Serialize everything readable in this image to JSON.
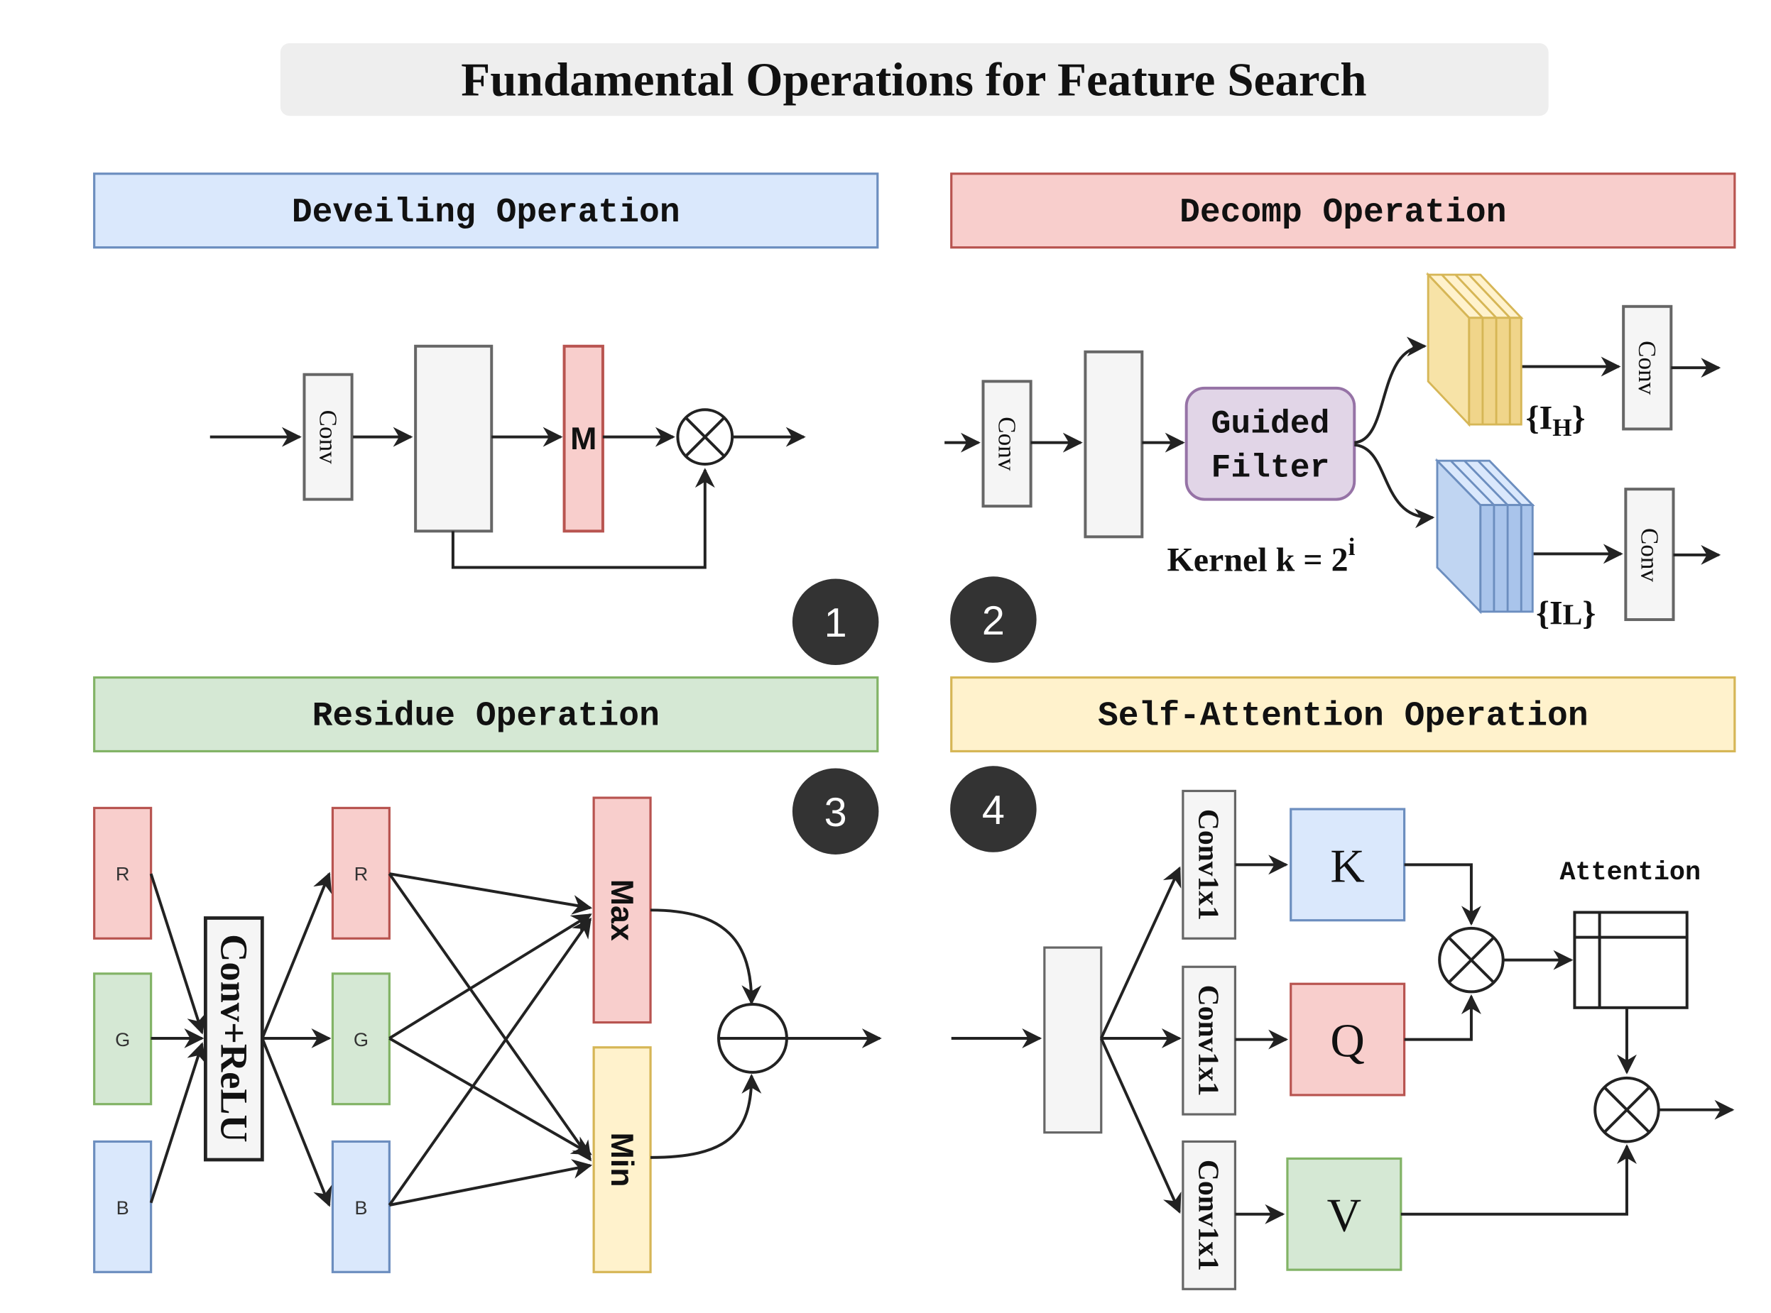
{
  "title": "Fundamental Operations for Feature Search",
  "panels": {
    "deveiling": {
      "header": "Deveiling Operation",
      "number": "1",
      "conv": "Conv",
      "mask": "M"
    },
    "decomp": {
      "header": "Decomp Operation",
      "number": "2",
      "conv": "Conv",
      "filter_line1": "Guided",
      "filter_line2": "Filter",
      "kernel_text": "Kernel k = 2",
      "kernel_sup": "i",
      "high_main": "{I",
      "high_sub": "H",
      "high_close": "}",
      "low_main": "{I",
      "low_sub": "L",
      "low_close": "}",
      "conv_high": "Conv",
      "conv_low": "Conv"
    },
    "residue": {
      "header": "Residue Operation",
      "number": "3",
      "in_r": "R",
      "in_g": "G",
      "in_b": "B",
      "conv_relu": "Conv+ReLU",
      "out_r": "R",
      "out_g": "G",
      "out_b": "B",
      "max": "Max",
      "min": "Min"
    },
    "attention": {
      "header": "Self-Attention Operation",
      "number": "4",
      "conv1": "Conv1x1",
      "conv2": "Conv1x1",
      "conv3": "Conv1x1",
      "k": "K",
      "q": "Q",
      "v": "V",
      "attention_label": "Attention"
    }
  },
  "colors": {
    "blue_fill": "#dae8fc",
    "blue_stroke": "#6c8ebf",
    "red_fill": "#f8cecc",
    "red_stroke": "#b85450",
    "green_fill": "#d5e8d4",
    "green_stroke": "#82b366",
    "yellow_fill": "#fff2cc",
    "yellow_stroke": "#d6b656",
    "purple_fill": "#e1d5e7",
    "purple_stroke": "#9673a6",
    "gray_fill": "#f5f5f5",
    "gray_stroke": "#666666",
    "badge": "#333333"
  }
}
